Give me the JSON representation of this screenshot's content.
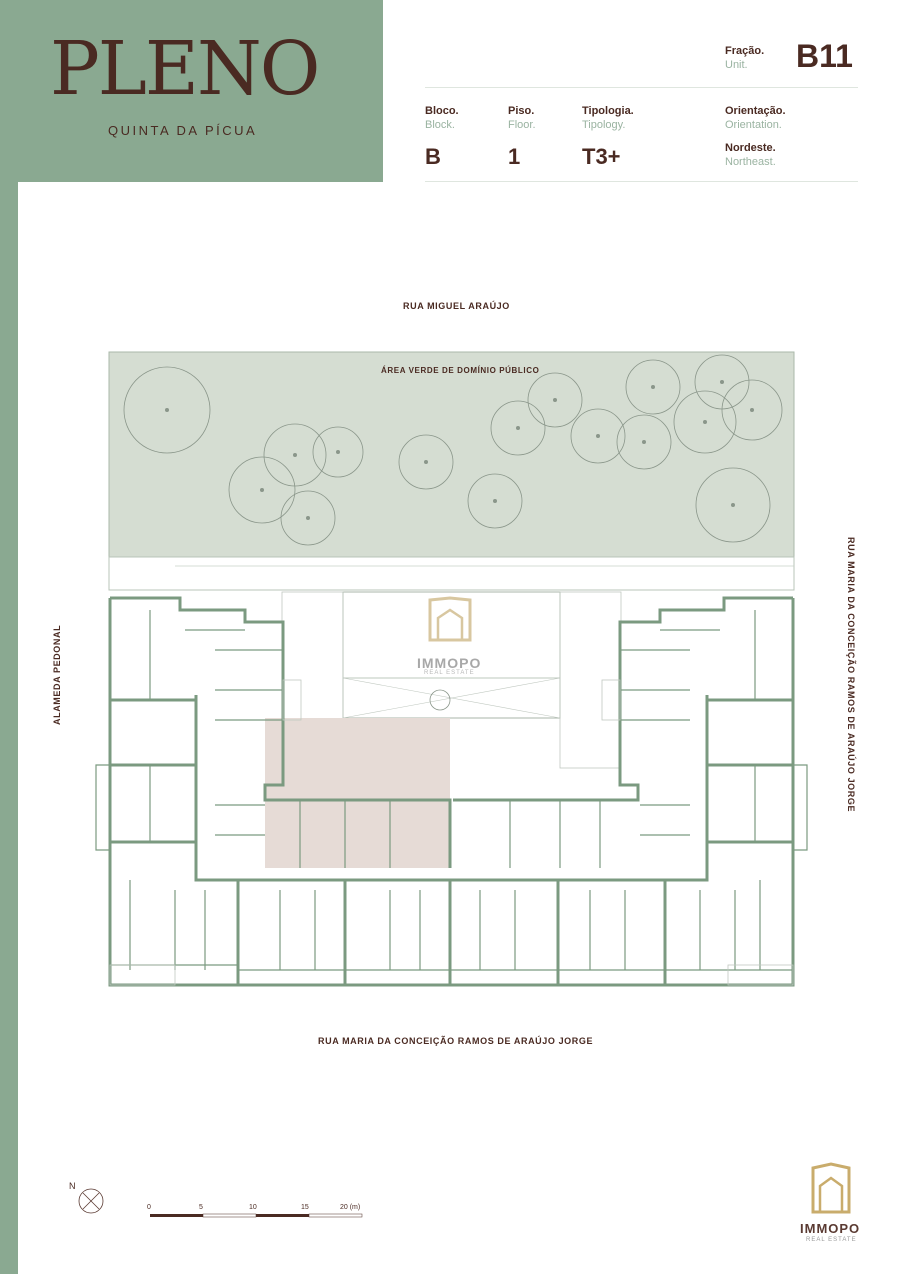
{
  "brand": {
    "name": "PLENO",
    "subtitle": "QUINTA DA PÍCUA"
  },
  "unit": {
    "fracao_label": "Fração.",
    "fracao_label_en": "Unit.",
    "fracao_value": "B11",
    "bloco_label": "Bloco.",
    "bloco_label_en": "Block.",
    "bloco_value": "B",
    "piso_label": "Piso.",
    "piso_label_en": "Floor.",
    "piso_value": "1",
    "tipologia_label": "Tipologia.",
    "tipologia_label_en": "Tipology.",
    "tipologia_value": "T3+",
    "orientacao_label": "Orientação.",
    "orientacao_label_en": "Orientation.",
    "orientacao_value": "Nordeste.",
    "orientacao_value_en": "Northeast."
  },
  "plan": {
    "street_top": "RUA MIGUEL ARAÚJO",
    "green_area": "ÁREA VERDE DE DOMÍNIO PÚBLICO",
    "street_right": "RUA MARIA DA CONCEIÇÃO RAMOS DE ARAÚJO JORGE",
    "street_left": "ALAMEDA PEDONAL",
    "street_bottom": "RUA MARIA DA CONCEIÇÃO RAMOS DE ARAÚJO JORGE"
  },
  "watermark": {
    "name": "IMMOPO",
    "tagline": "REAL ESTATE"
  },
  "footer_logo": {
    "name": "IMMOPO",
    "tagline": "REAL ESTATE"
  },
  "compass": {
    "label": "N"
  },
  "scale": {
    "ticks": [
      "0",
      "5",
      "10",
      "15",
      "20 (m)"
    ]
  },
  "colors": {
    "green": "#8aa991",
    "plan_line": "#7b9a80",
    "brown": "#4a2a22",
    "highlight": "#e6dbd6"
  }
}
